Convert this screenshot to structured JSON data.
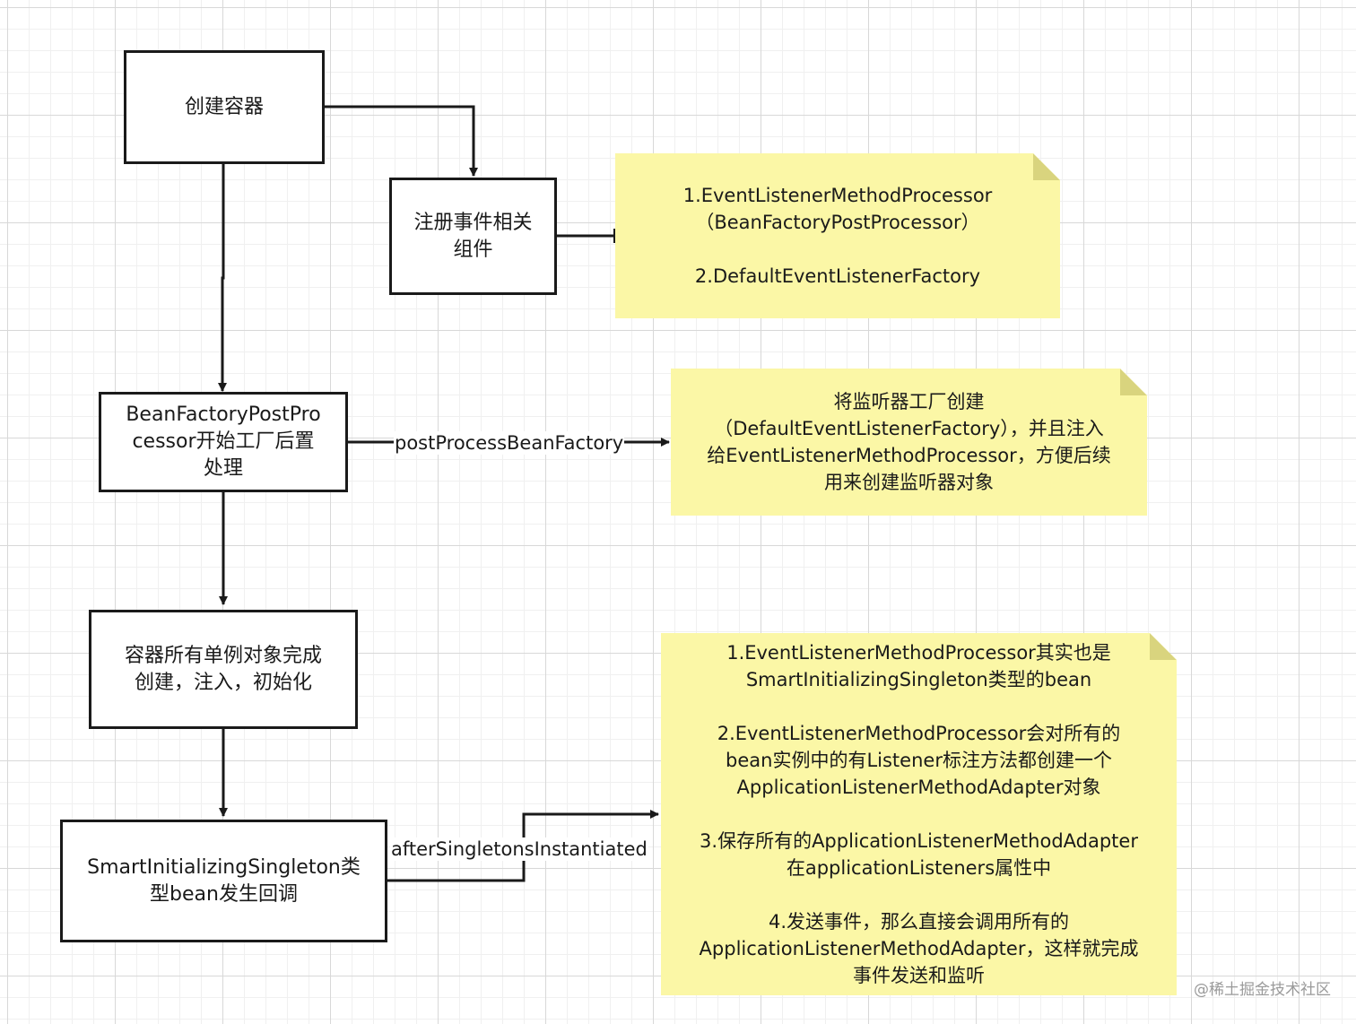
{
  "nodes": {
    "create_container": "创建容器",
    "register_components": "注册事件相关\n组件",
    "bfpp_processing": "BeanFactoryPostPro\ncessor开始工厂后置\n处理",
    "singletons_complete": "容器所有单例对象完成\n创建，注入，初始化",
    "smart_singleton_callback": "SmartInitializingSingleton类\n型bean发生回调"
  },
  "notes": {
    "note1": "1.EventListenerMethodProcessor\n（BeanFactoryPostProcessor）\n\n2.DefaultEventListenerFactory",
    "note2": "将监听器工厂创建\n（DefaultEventListenerFactory），并且注入\n给EventListenerMethodProcessor，方便后续\n用来创建监听器对象",
    "note3": "1.EventListenerMethodProcessor其实也是\nSmartInitializingSingleton类型的bean\n\n2.EventListenerMethodProcessor会对所有的\nbean实例中的有Listener标注方法都创建一个\nApplicationListenerMethodAdapter对象\n\n3.保存所有的ApplicationListenerMethodAdapter\n在applicationListeners属性中\n\n4.发送事件，那么直接会调用所有的\nApplicationListenerMethodAdapter，这样就完成\n事件发送和监听"
  },
  "edge_labels": {
    "post_process": "postProcessBeanFactory",
    "after_singletons": "afterSingletonsInstantiated"
  },
  "watermark": "@稀土掘金技术社区",
  "colors": {
    "note_fill": "#fbf7a6",
    "stroke": "#1a1a1a",
    "grid": "#d8d8d8"
  }
}
